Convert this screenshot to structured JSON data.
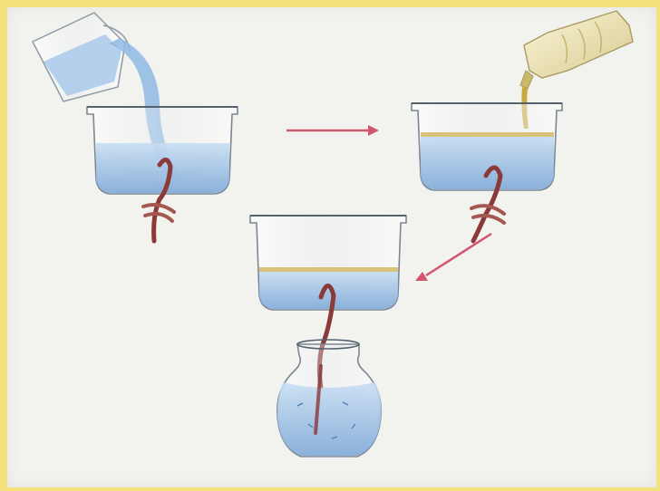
{
  "illustration": {
    "steps": [
      {
        "name": "pour-water",
        "desc_icon": "beaker-pouring-water"
      },
      {
        "name": "add-oil",
        "desc_icon": "bottle-pouring-oil"
      },
      {
        "name": "wick-siphon",
        "desc_icon": "bowl-with-wick"
      },
      {
        "name": "collect",
        "desc_icon": "jar-collecting-water"
      }
    ],
    "colors": {
      "frame": "#f4e27e",
      "paper": "#f2f2ee",
      "water": "#9fc3e6",
      "water_dark": "#6f9fd0",
      "oil": "#d9c27a",
      "wick": "#8b3a3a",
      "arrow": "#d2556e",
      "glass_edge": "#7a8794"
    }
  }
}
